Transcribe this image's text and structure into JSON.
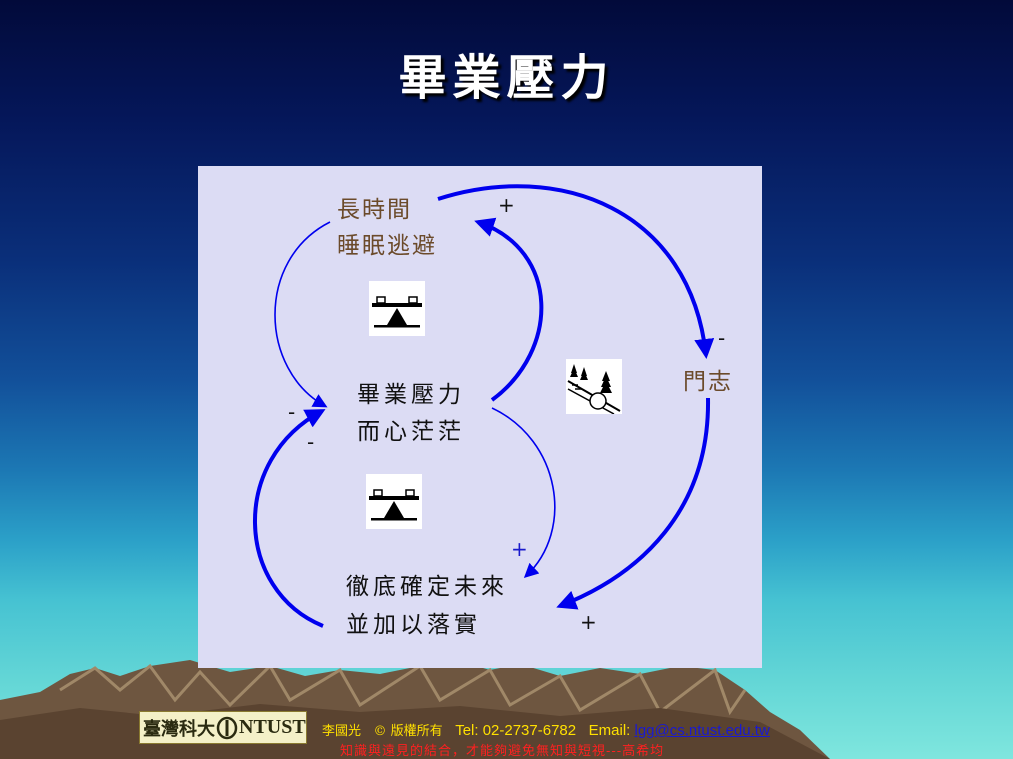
{
  "title": "畢業壓力",
  "diagram": {
    "nodes": {
      "long_hours": [
        "長時間",
        "睡眠逃避"
      ],
      "pressure": [
        "畢業壓力",
        "而心茫茫"
      ],
      "morale": "門志",
      "future": [
        "徹底確定未來",
        "並加以落實"
      ]
    },
    "signs": {
      "top_plus": "+",
      "morale_minus": "-",
      "left_minus_1": "-",
      "left_minus_2": "-",
      "mid_plus": "+",
      "bottom_plus": "+"
    },
    "icons": [
      "balance-scale-icon",
      "snowball-icon",
      "balance-scale-icon"
    ]
  },
  "colors": {
    "arrow": "#0000ee",
    "panel": "#dcdcf4",
    "footer_text": "#ffe000",
    "footer_quote": "#ff2020"
  },
  "footer": {
    "logo_chinese": "臺灣科大",
    "logo_latin": "NTUST",
    "author": "李國光",
    "copyright": "© 版權所有",
    "tel": "Tel: 02-2737-6782",
    "email_label": "Email:",
    "email": "lgg@cs.ntust.edu.tw",
    "quote": "知識與遠見的結合，才能夠避免無知與短視---高希均"
  }
}
